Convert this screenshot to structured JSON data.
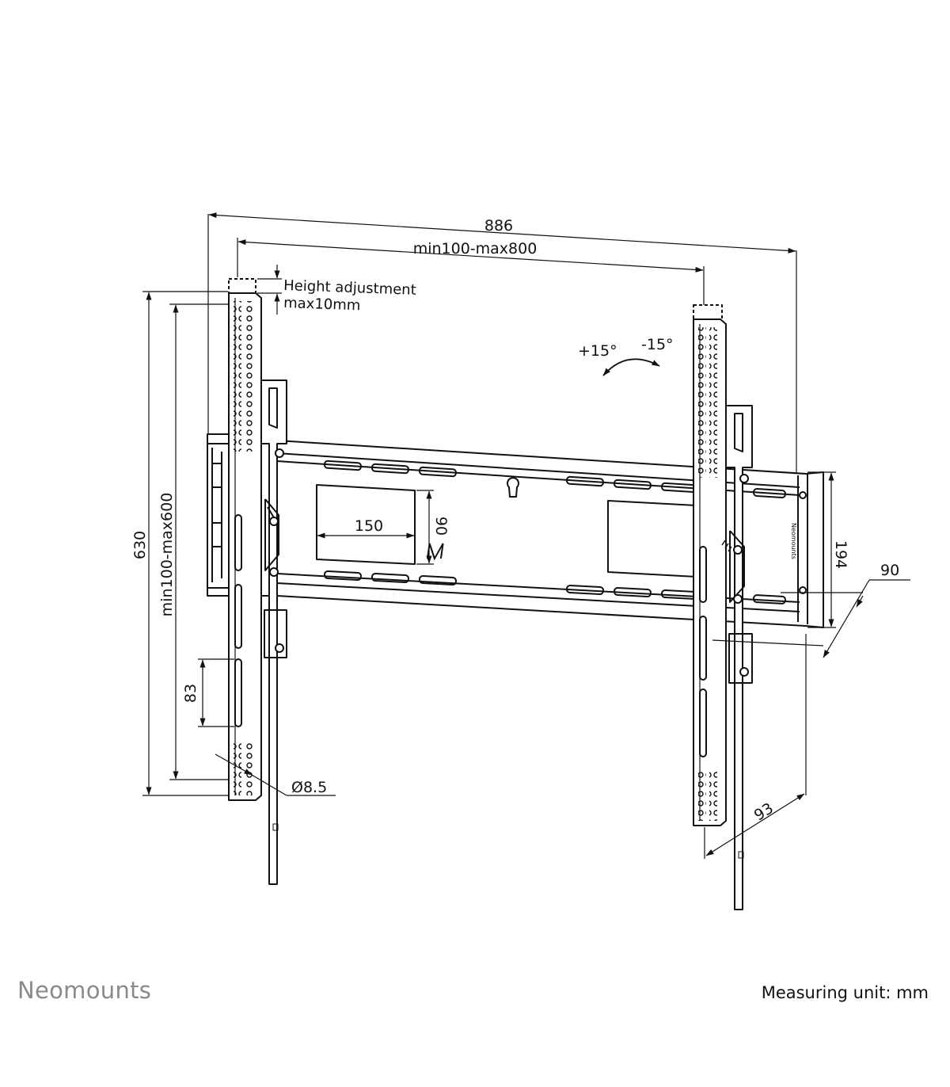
{
  "brand": {
    "name": "Neomounts"
  },
  "footer": {
    "measuring_unit": "Measuring unit: mm"
  },
  "labels": {
    "overall_width": "886",
    "vesa_width_range": "min100-max800",
    "height_adjust_line1": "Height adjustment",
    "height_adjust_line2": "max10mm",
    "tilt_up": "+15°",
    "tilt_down": "-15°",
    "overall_height": "630",
    "vesa_height_range": "min100-max600",
    "plate_opening_width": "150",
    "plate_opening_height": "90",
    "wall_plate_height": "194",
    "depth_min": "90",
    "depth_max": "93",
    "slot_spacing": "83",
    "hole_diameter": "Ø8.5",
    "plate_brand_text": "Neomounts"
  },
  "colors": {
    "line": "#111111",
    "brand_gray": "#8a8a8a",
    "background": "#ffffff"
  },
  "icons": {
    "plate_logo": "neomounts-n-logo-icon",
    "tilt_arrow": "curved-double-arrow-icon"
  }
}
